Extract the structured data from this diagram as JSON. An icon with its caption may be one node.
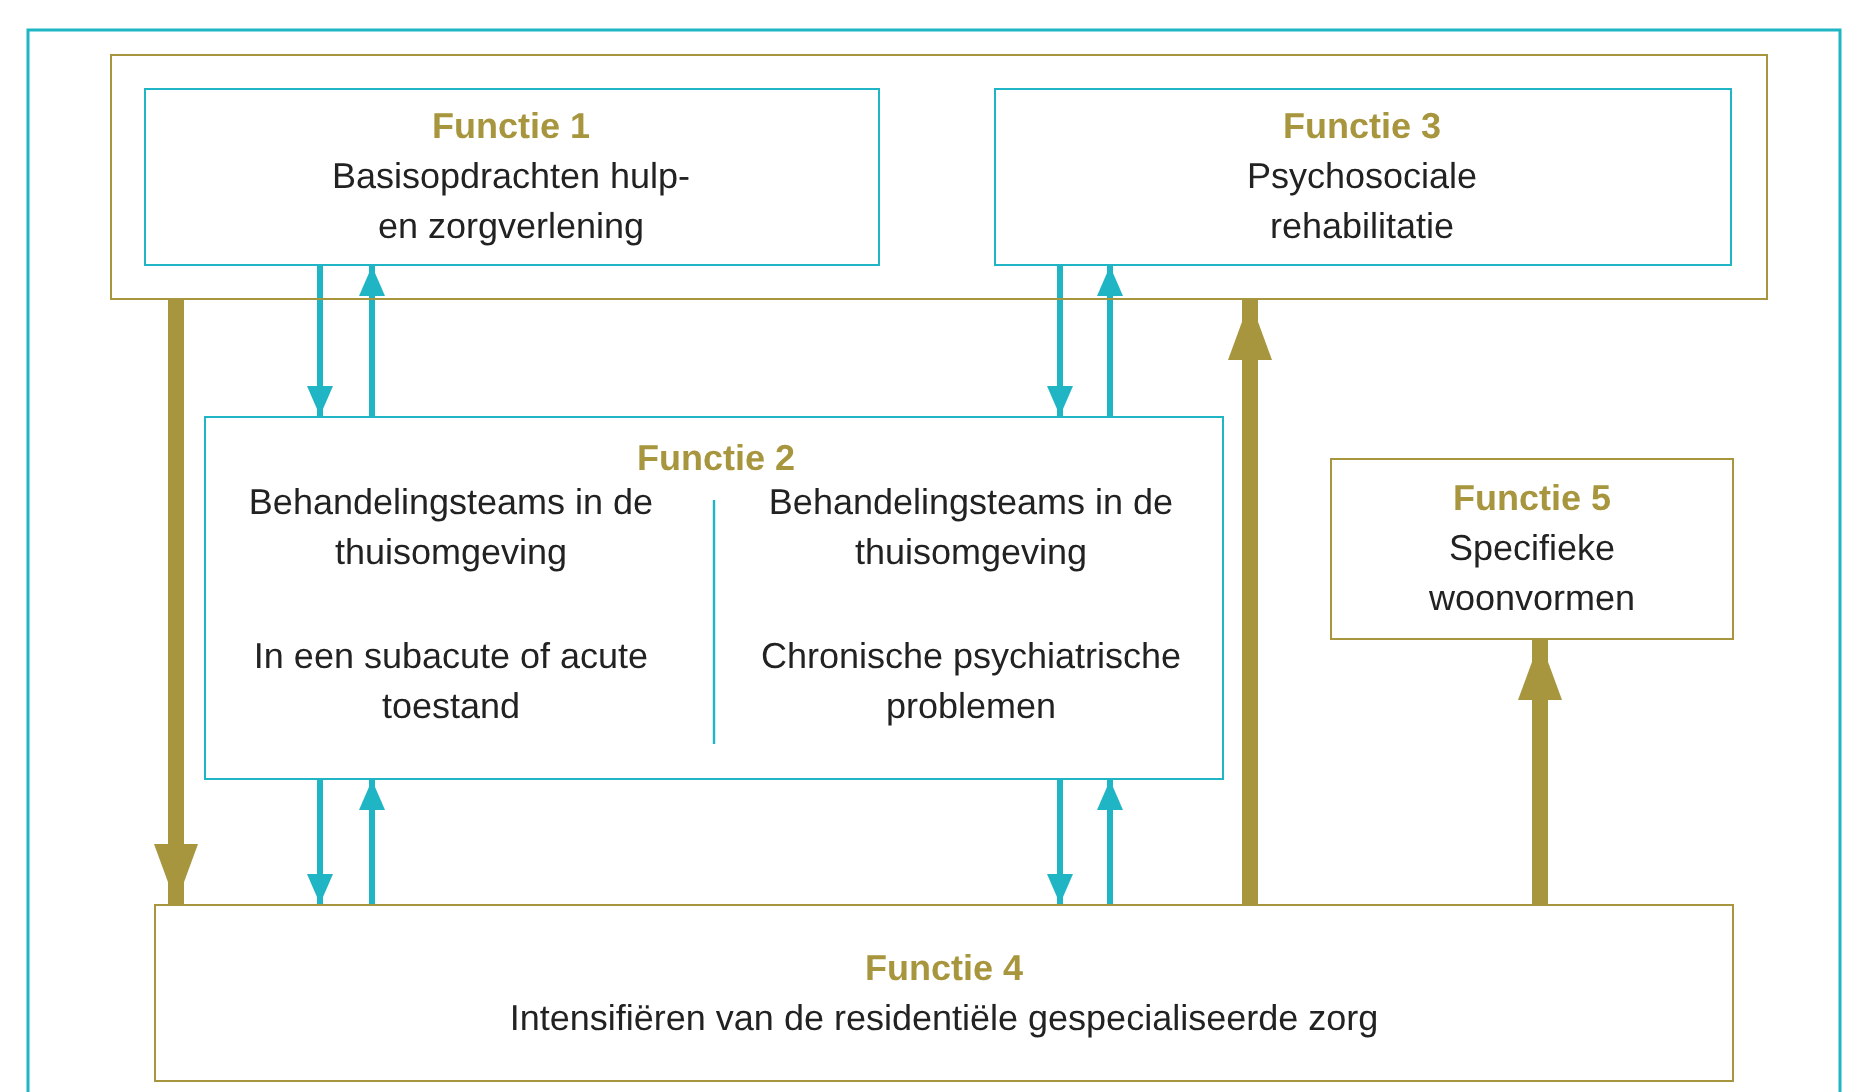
{
  "diagram": {
    "nodes": [
      {
        "text": [],
        "shape": "box"
      },
      {
        "text": [
          "Functie 1",
          "Basisopdrachten hulp- en zorgverlening"
        ],
        "in": 0
      },
      {
        "text": [
          "Functie 3",
          "Psychosociale rehabilitatie"
        ],
        "in": 0
      },
      {
        "text": [
          "Functie 2",
          "Behandelingsteams in de thuisomgeving",
          "In een subacute of acute toestand",
          "Behandelingsteams in de thuisomgeving",
          "Chronische psychiatrische problemen"
        ]
      },
      {
        "text": [
          "Functie 5",
          "Specifieke woonvormen"
        ]
      },
      {
        "text": [
          "Functie 4",
          "Intensifiëren van de residentiële gespecialiseerde zorg"
        ]
      }
    ],
    "edges": [
      {
        "from": 1,
        "to": 3,
        "arrow": "to"
      },
      {
        "from": 3,
        "to": 1,
        "arrow": "to"
      },
      {
        "from": 2,
        "to": 3,
        "arrow": "to"
      },
      {
        "from": 3,
        "to": 2,
        "arrow": "to"
      },
      {
        "from": 3,
        "to": 5,
        "arrow": "to"
      },
      {
        "from": 5,
        "to": 3,
        "arrow": "to"
      },
      {
        "from": 3,
        "to": 5,
        "arrow": "to"
      },
      {
        "from": 5,
        "to": 3,
        "arrow": "to"
      },
      {
        "from": 0,
        "to": 5,
        "arrow": "to",
        "style": "thick",
        "color": "#a8963e"
      },
      {
        "from": 5,
        "to": 0,
        "arrow": "to",
        "style": "thick",
        "color": "#a8963e"
      },
      {
        "from": 5,
        "to": 4,
        "arrow": "to",
        "style": "thick",
        "color": "#a8963e"
      }
    ]
  }
}
